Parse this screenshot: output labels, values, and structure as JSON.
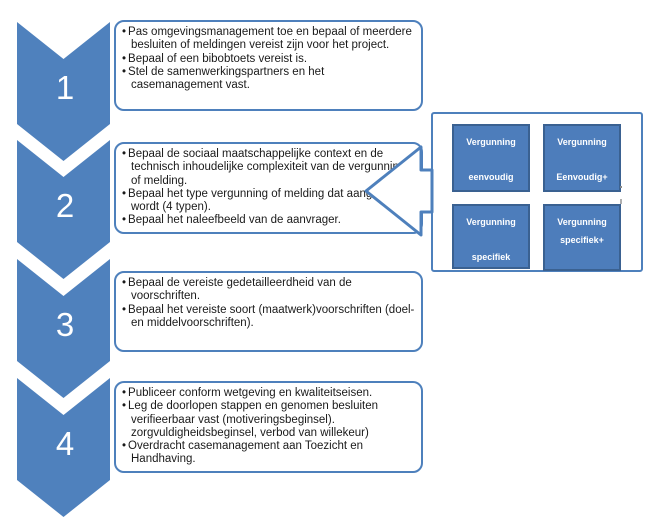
{
  "diagram": {
    "steps": [
      {
        "number": "1",
        "bullets": [
          "Pas omgevingsmanagement toe en bepaal of meerdere besluiten of meldingen vereist zijn voor het project.",
          "Bepaal of een bibobtoets vereist is.",
          "Stel de samenwerkingspartners en het casemanagement vast."
        ]
      },
      {
        "number": "2",
        "bullets": [
          "Bepaal de sociaal maatschappelijke context en de technisch inhoudelijke complexiteit van de vergunning of melding.",
          "Bepaal het type vergunning  of melding dat aangevraagd wordt (4 typen).",
          "Bepaal het naleefbeeld van de aanvrager."
        ]
      },
      {
        "number": "3",
        "bullets": [
          "Bepaal de vereiste gedetailleerdheid  van de voorschriften.",
          "Bepaal het vereiste soort  (maatwerk)voorschriften (doel- en middelvoorschriften)."
        ]
      },
      {
        "number": "4",
        "bullets": [
          "Publiceer conform wetgeving en kwaliteitseisen.",
          "Leg de doorlopen stappen en genomen besluiten verifieerbaar vast (motiveringsbeginsel). zorgvuldigheidsbeginsel, verbod van willekeur)",
          "Overdracht casemanagement aan Toezicht en Handhaving."
        ]
      }
    ],
    "permit_types": [
      {
        "line1": "Vergunning",
        "line2": "eenvoudig"
      },
      {
        "line1": "Vergunning",
        "line2": "Eenvoudig+"
      },
      {
        "line1": "Vergunning",
        "line2": "specifiek"
      },
      {
        "line1": "Vergunning",
        "line2": "specifiek+"
      }
    ],
    "colors": {
      "chevron_fill": "#4f81bd",
      "box_border": "#4e80bc",
      "option_fill": "#4d7dbb",
      "option_border": "#3a6191",
      "text": "#1a1a1a",
      "number_text": "#ffffff"
    }
  }
}
